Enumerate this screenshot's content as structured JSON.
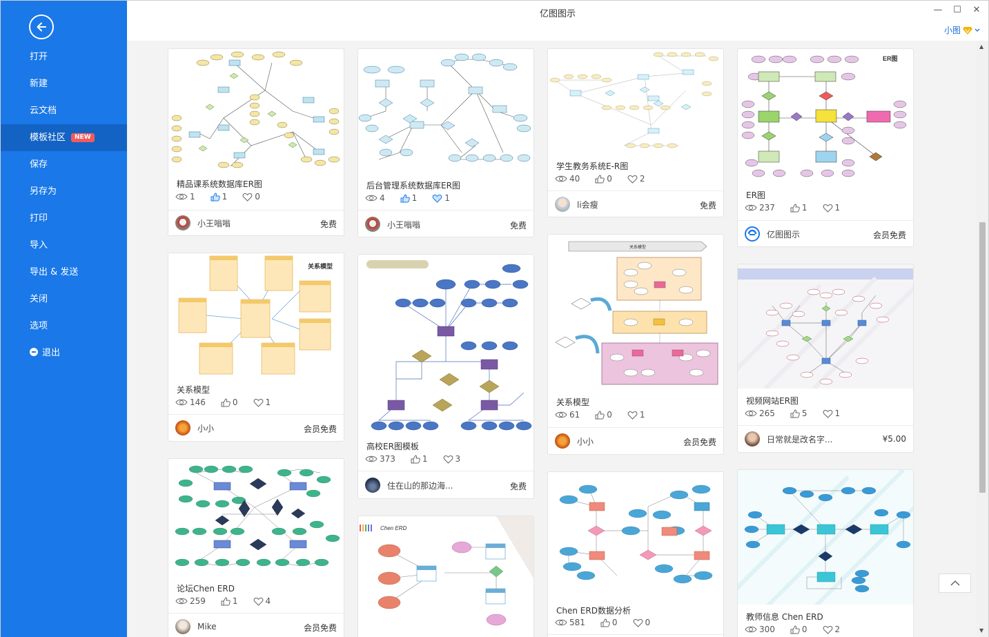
{
  "window": {
    "title": "亿图图示",
    "minimize": "—",
    "maximize": "☐",
    "close": "✕"
  },
  "user": {
    "name": "小图"
  },
  "sidebar": {
    "items": [
      {
        "label": "打开"
      },
      {
        "label": "新建"
      },
      {
        "label": "云文档"
      },
      {
        "label": "模板社区",
        "badge": "NEW"
      },
      {
        "label": "保存"
      },
      {
        "label": "另存为"
      },
      {
        "label": "打印"
      },
      {
        "label": "导入"
      },
      {
        "label": "导出 & 发送"
      },
      {
        "label": "关闭"
      },
      {
        "label": "选项"
      },
      {
        "label": "退出"
      }
    ]
  },
  "cards": [
    {
      "title": "精品课系统数据库ER图",
      "views": "1",
      "likes": "1",
      "favs": "0",
      "author": "小王嗡嗡",
      "price": "免费"
    },
    {
      "title": "后台管理系统数据库ER图",
      "views": "4",
      "likes": "1",
      "favs": "1",
      "author": "小王嗡嗡",
      "price": "免费"
    },
    {
      "title": "学生教务系统E-R图",
      "views": "40",
      "likes": "0",
      "favs": "2",
      "author": "li会瘦",
      "price": "免费"
    },
    {
      "title": "ER图",
      "views": "237",
      "likes": "1",
      "favs": "1",
      "author": "亿图图示",
      "price": "会员免费"
    },
    {
      "title": "关系模型",
      "views": "146",
      "likes": "0",
      "favs": "1",
      "author": "小小",
      "price": "会员免费"
    },
    {
      "title": "高校ER图模板",
      "views": "373",
      "likes": "1",
      "favs": "3",
      "author": "住在山的那边海...",
      "price": "免费"
    },
    {
      "title": "关系模型",
      "views": "61",
      "likes": "0",
      "favs": "1",
      "author": "小小",
      "price": "会员免费"
    },
    {
      "title": "视频网站ER图",
      "views": "265",
      "likes": "5",
      "favs": "1",
      "author": "日常就是改名字...",
      "price": "¥5.00"
    },
    {
      "title": "论坛Chen ERD",
      "views": "259",
      "likes": "1",
      "favs": "4",
      "author": "Mike",
      "price": "会员免费"
    },
    {
      "title": "Chen ERD数据分析",
      "views": "581",
      "likes": "0",
      "favs": "0",
      "author": "",
      "price": ""
    },
    {
      "title": "教师信息 Chen ERD",
      "views": "300",
      "likes": "0",
      "favs": "2",
      "author": "",
      "price": ""
    }
  ],
  "thumb_text": {
    "er_badge": "ER图",
    "relation_model": "关系模型",
    "chen_erd": "Chen ERD"
  },
  "colors": {
    "sidebar": "#1a78e8",
    "sidebar_active": "#1363c5",
    "badge": "#f25b5b",
    "like_active": "#1a78e8"
  }
}
